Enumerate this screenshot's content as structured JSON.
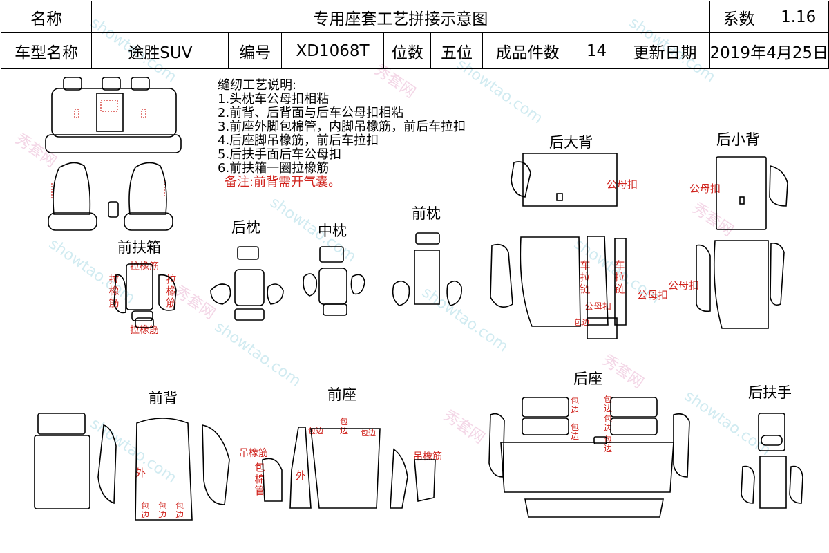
{
  "header": {
    "name_label": "名称",
    "title": "专用座套工艺拼接示意图",
    "coef_label": "系数",
    "coef_value": "1.16",
    "model_label": "车型名称",
    "model_value": "途胜SUV",
    "code_label": "编号",
    "code_value": "XD1068T",
    "seat_label": "位数",
    "seat_value": "五位",
    "pieces_label": "成品件数",
    "pieces_value": "14",
    "date_label": "更新日期",
    "date_value": "2019年4月25日"
  },
  "notes": {
    "title": "缝纫工艺说明:",
    "items": [
      "1.头枕车公母扣相粘",
      "2.前背、后背面与后车公母扣相粘",
      "3.前座外脚包棉管，内脚吊橡筋，前后车拉扣",
      "4.后座脚吊橡筋，前后车拉扣",
      "5.后扶手面后车公母扣",
      "6.前扶箱一圈拉橡筋"
    ],
    "remark": "备注:前背需开气囊。"
  },
  "labels": {
    "front_armrest_box": "前扶箱",
    "rear_headrest": "后枕",
    "middle_headrest": "中枕",
    "front_headrest": "前枕",
    "rear_big_back": "后大背",
    "rear_small_back": "后小背",
    "front_back": "前背",
    "front_seat": "前座",
    "rear_seat": "后座",
    "rear_armrest": "后扶手"
  },
  "annotations": {
    "pull_elastic": "拉橡筋",
    "pull_elastic_v": "拉橡筋",
    "velcro": "公母扣",
    "car_pull_chain": "车拉链",
    "edge_binding": "包边",
    "hang_elastic": "吊橡筋",
    "cotton_tube": "包棉管",
    "outer": "外"
  },
  "watermark": {
    "site": "showtao.com",
    "brand": "秀套网"
  },
  "colors": {
    "annotation_red": "#d0241e",
    "line": "#000000"
  }
}
